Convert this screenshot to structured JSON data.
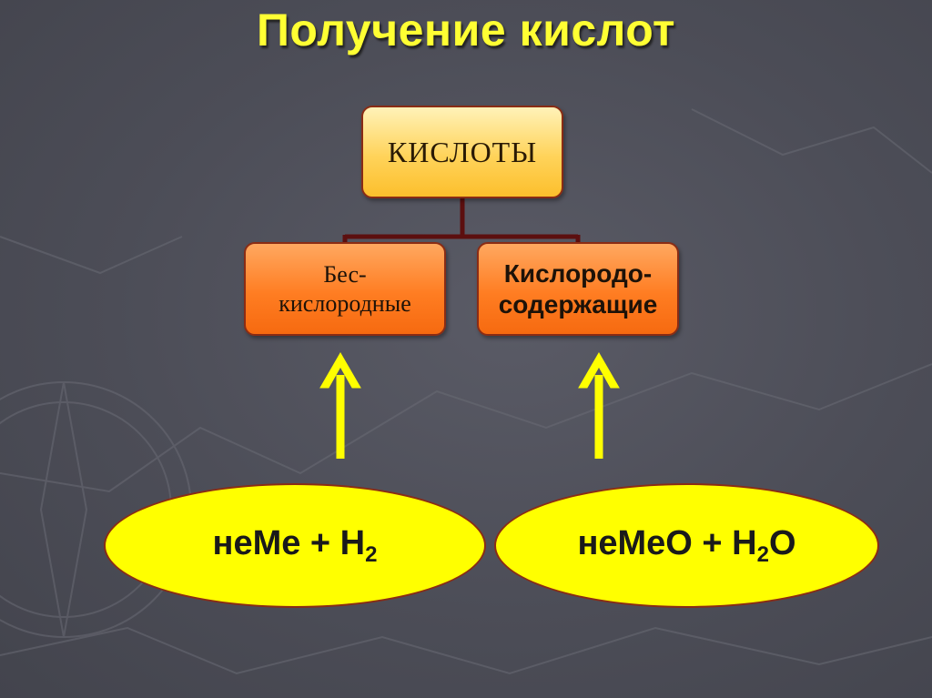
{
  "title": "Получение кислот",
  "diagram": {
    "root": "КИСЛОТЫ",
    "children": [
      {
        "line1": "Бес-",
        "line2": "кислородные"
      },
      {
        "line1": "Кислородо-",
        "line2": "содержащие"
      }
    ],
    "sources": [
      {
        "text": "неМе + H",
        "sub": "2",
        "tail": ""
      },
      {
        "text": "неМеО + H",
        "sub": "2",
        "tail": "O"
      }
    ]
  },
  "colors": {
    "title": "#ffff33",
    "arrow": "#ffff00",
    "connector": "#5c0f0f",
    "background": "#4c4d57"
  }
}
